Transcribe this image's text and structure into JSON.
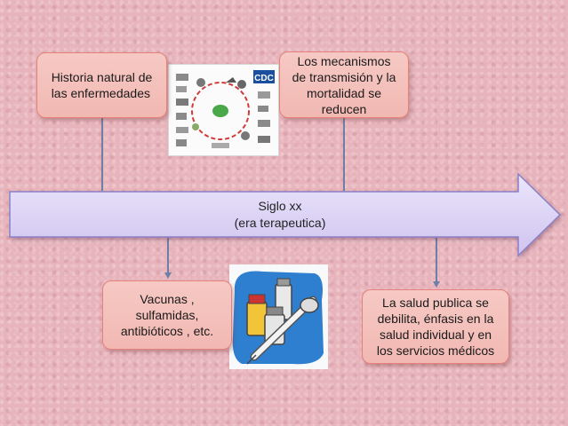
{
  "boxes": {
    "historia": "Historia natural de\nlas enfermedades",
    "mecanismos": "Los mecanismos\nde transmisión y la\nmortalidad se\nreducen",
    "vacunas": "Vacunas ,\nsulfamidas,\nantibióticos , etc.",
    "salud": "La salud publica se\ndebilita, énfasis en la\nsalud individual y en\nlos servicios médicos"
  },
  "timeline": {
    "line1": "Siglo xx",
    "line2": "(era terapeutica)"
  },
  "images": {
    "cycle_logo": "CDC"
  },
  "colors": {
    "box_fill": "#f2b8b2",
    "box_border": "#e5807a",
    "arrow_fill": "#dcd3f3",
    "arrow_border": "#8a80c9",
    "connector": "#6e7fa6"
  }
}
